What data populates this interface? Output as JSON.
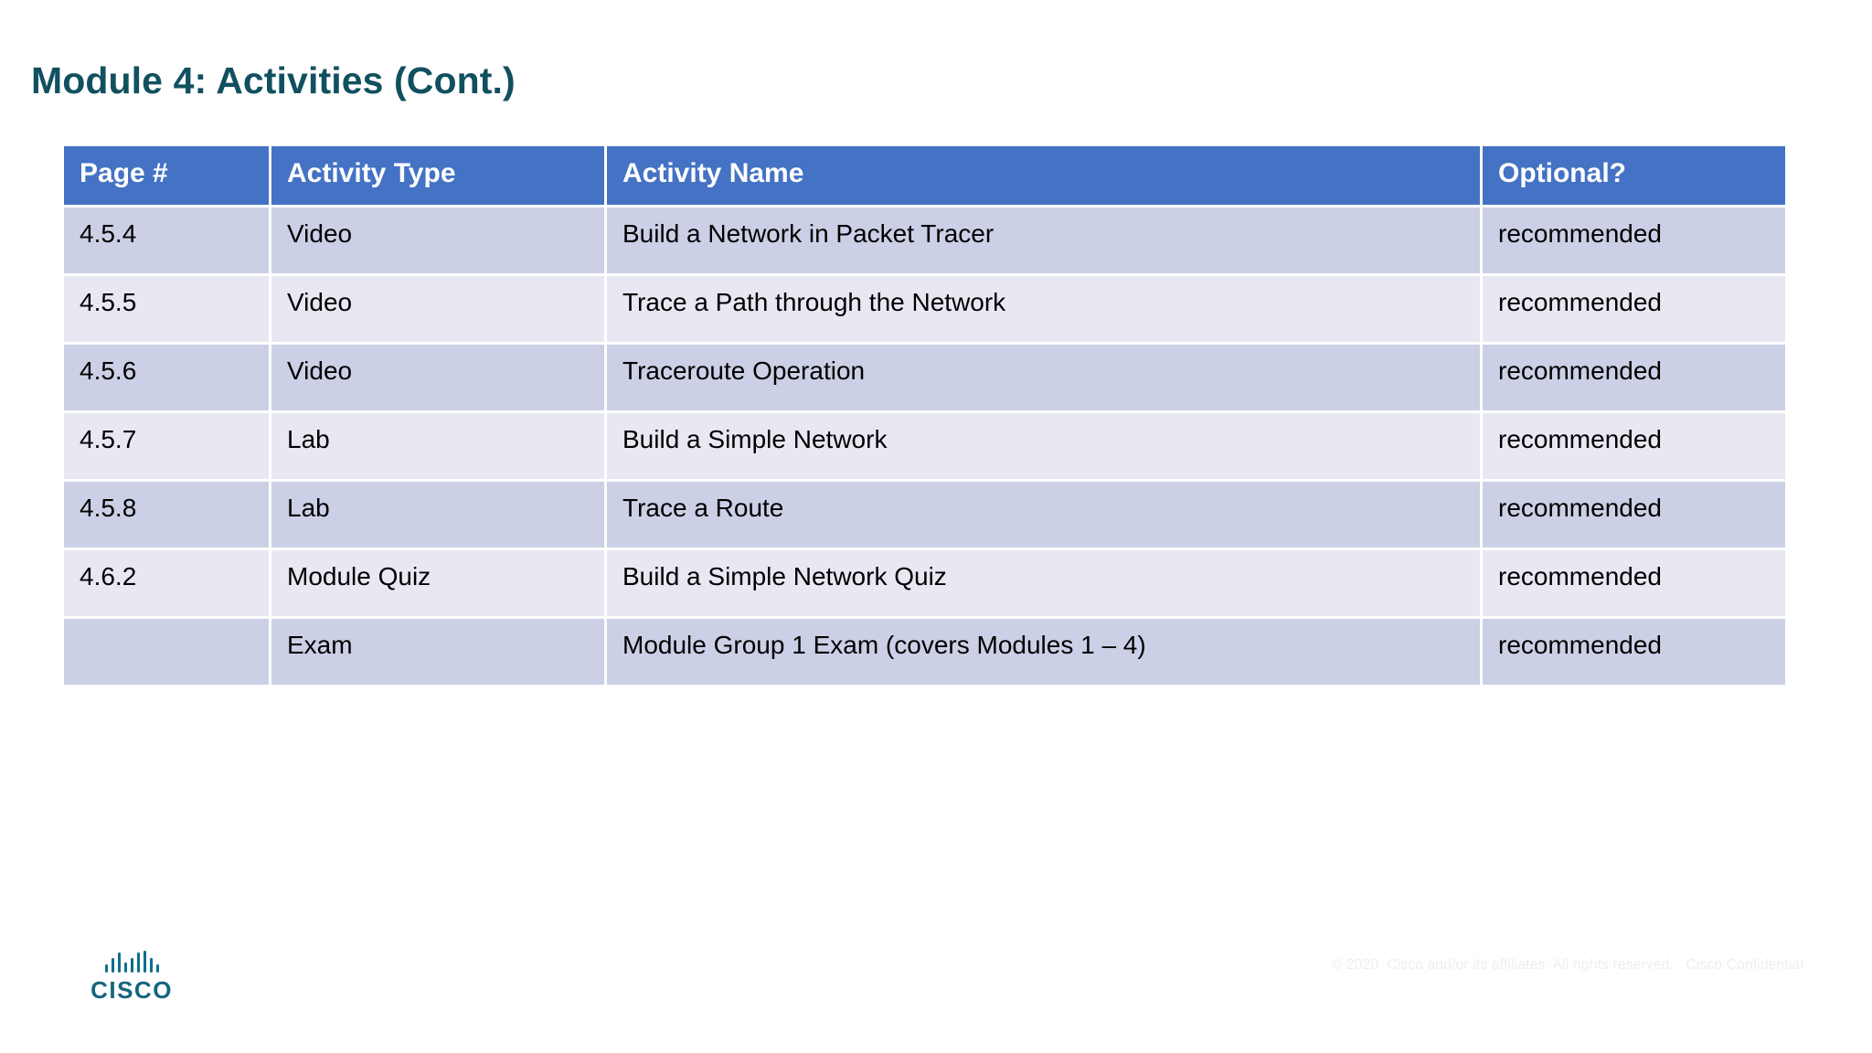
{
  "slide": {
    "title": "Module 4: Activities (Cont.)",
    "title_color": "#11505f",
    "background_color": "#ffffff"
  },
  "table": {
    "header_bg": "#4472c4",
    "header_text_color": "#ffffff",
    "row_odd_bg": "#ccd0e6",
    "row_even_bg": "#e7e8f2",
    "columns": [
      {
        "key": "page",
        "label": "Page #"
      },
      {
        "key": "type",
        "label": "Activity Type"
      },
      {
        "key": "name",
        "label": "Activity Name"
      },
      {
        "key": "optional",
        "label": "Optional?"
      }
    ],
    "rows": [
      {
        "page": "4.5.4",
        "type": "Video",
        "name": "Build a Network in Packet Tracer",
        "optional": "recommended"
      },
      {
        "page": "4.5.5",
        "type": "Video",
        "name": "Trace a Path through the Network",
        "optional": "recommended"
      },
      {
        "page": "4.5.6",
        "type": "Video",
        "name": "Traceroute Operation",
        "optional": "recommended"
      },
      {
        "page": "4.5.7",
        "type": "Lab",
        "name": "Build a Simple Network",
        "optional": "recommended"
      },
      {
        "page": "4.5.8",
        "type": "Lab",
        "name": "Trace a Route",
        "optional": "recommended"
      },
      {
        "page": "4.6.2",
        "type": "Module Quiz",
        "name": "Build a Simple Network Quiz",
        "optional": "recommended"
      },
      {
        "page": "",
        "type": "Exam",
        "name": "Module Group 1 Exam (covers Modules 1 – 4)",
        "optional": "recommended"
      }
    ]
  },
  "branding": {
    "logo_icon": "cisco-logo-icon",
    "wordmark": "CISCO",
    "wordmark_color": "#14657f"
  },
  "footer": {
    "legal": "© 2020  Cisco and/or its affiliates. All rights reserved.   Cisco Confidential"
  }
}
